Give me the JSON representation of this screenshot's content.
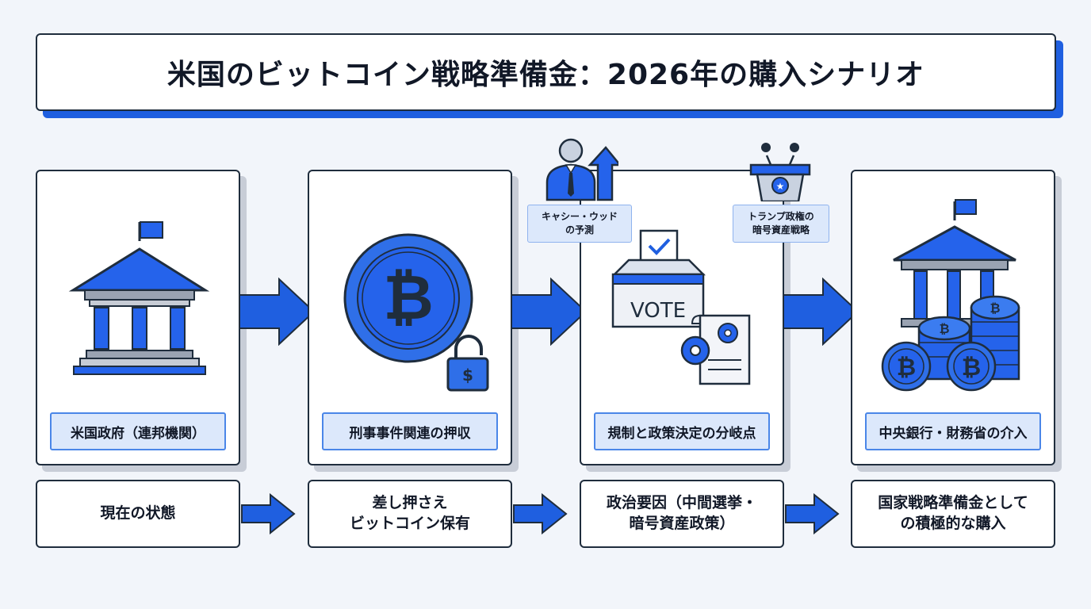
{
  "title": "米国のビットコイン戦略準備金：2026年の購入シナリオ",
  "stages": [
    {
      "label": "米国政府（連邦機関）",
      "icon": "government-building-icon"
    },
    {
      "label": "刑事事件関連の押収",
      "icon": "bitcoin-coin-lock-icon",
      "coin_symbol": "₿",
      "lock_symbol": "$"
    },
    {
      "label": "規制と政策決定の分岐点",
      "icon": "ballot-box-icon",
      "vote_text": "VOTE"
    },
    {
      "label": "中央銀行・財務省の介入",
      "icon": "bank-bitcoin-stack-icon"
    }
  ],
  "callouts": {
    "cathie": {
      "line1": "キャシー・ウッド",
      "line2": "の予測"
    },
    "trump": {
      "line1": "トランプ政権の",
      "line2": "暗号資産戦略"
    }
  },
  "bottom": [
    {
      "lines": [
        "現在の状態"
      ]
    },
    {
      "lines": [
        "差し押さえ",
        "ビットコイン保有"
      ]
    },
    {
      "lines": [
        "政治要因（中間選挙・",
        "暗号資産政策）"
      ]
    },
    {
      "lines": [
        "国家戦略準備金として",
        "の積極的な購入"
      ]
    }
  ],
  "colors": {
    "accent": "#1f5fe0",
    "light": "#dce8fb",
    "outline": "#1f2d3d"
  }
}
